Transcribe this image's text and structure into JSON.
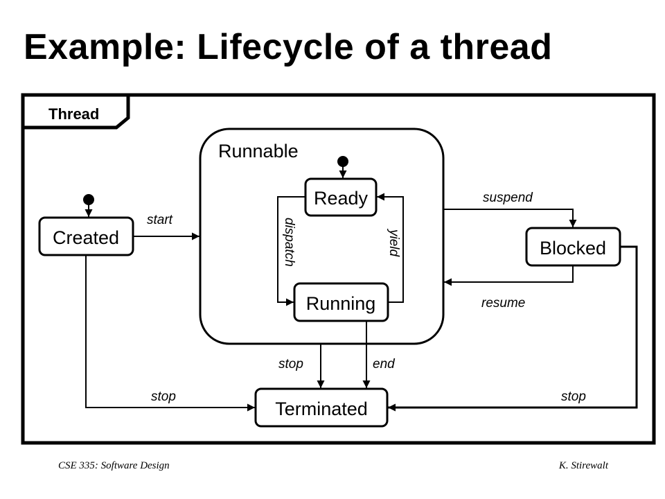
{
  "title": "Example: Lifecycle of a thread",
  "frame_label": "Thread",
  "composite_state": "Runnable",
  "states": {
    "created": "Created",
    "ready": "Ready",
    "running": "Running",
    "blocked": "Blocked",
    "terminated": "Terminated"
  },
  "transitions": {
    "start": "start",
    "dispatch": "dispatch",
    "yield": "yield",
    "suspend": "suspend",
    "resume": "resume",
    "stop_runnable": "stop",
    "end": "end",
    "stop_created": "stop",
    "stop_blocked": "stop"
  },
  "footer": {
    "left": "CSE 335: Software Design",
    "right": "K. Stirewalt"
  }
}
